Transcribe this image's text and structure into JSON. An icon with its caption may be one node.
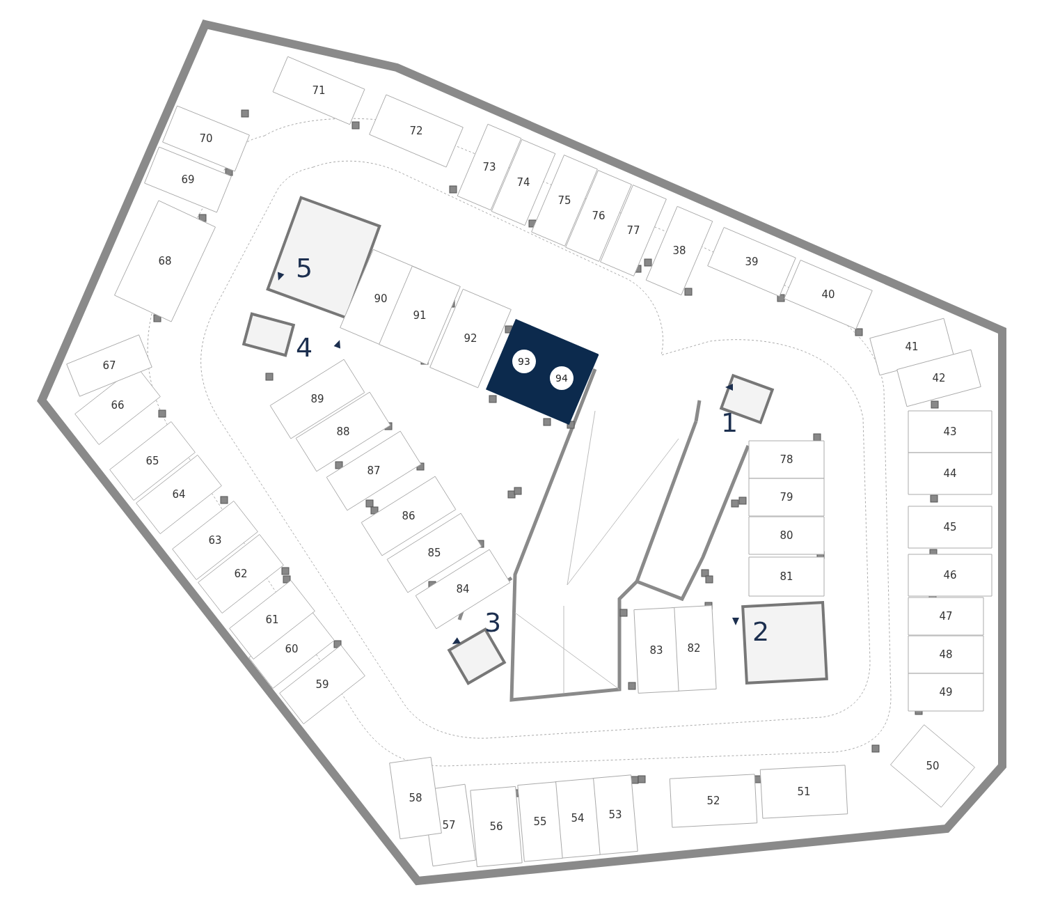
{
  "diagram": {
    "nodes": [
      {
        "text": [
          "38"
        ]
      },
      {
        "text": [
          "39"
        ]
      },
      {
        "text": [
          "40"
        ]
      },
      {
        "text": [
          "41"
        ]
      },
      {
        "text": [
          "42"
        ]
      },
      {
        "text": [
          "43"
        ]
      },
      {
        "text": [
          "44"
        ]
      },
      {
        "text": [
          "45"
        ]
      },
      {
        "text": [
          "46"
        ]
      },
      {
        "text": [
          "47"
        ]
      },
      {
        "text": [
          "48"
        ]
      },
      {
        "text": [
          "49"
        ]
      },
      {
        "text": [
          "50"
        ]
      },
      {
        "text": [
          "51"
        ]
      },
      {
        "text": [
          "52"
        ]
      },
      {
        "text": [
          "53"
        ]
      },
      {
        "text": [
          "54"
        ]
      },
      {
        "text": [
          "55"
        ]
      },
      {
        "text": [
          "56"
        ]
      },
      {
        "text": [
          "57"
        ]
      },
      {
        "text": [
          "58"
        ]
      },
      {
        "text": [
          "59"
        ]
      },
      {
        "text": [
          "60"
        ]
      },
      {
        "text": [
          "61"
        ]
      },
      {
        "text": [
          "62"
        ]
      },
      {
        "text": [
          "63"
        ]
      },
      {
        "text": [
          "64"
        ]
      },
      {
        "text": [
          "65"
        ]
      },
      {
        "text": [
          "66"
        ]
      },
      {
        "text": [
          "67"
        ]
      },
      {
        "text": [
          "68"
        ]
      },
      {
        "text": [
          "69"
        ]
      },
      {
        "text": [
          "70"
        ]
      },
      {
        "text": [
          "71"
        ]
      },
      {
        "text": [
          "72"
        ]
      },
      {
        "text": [
          "73"
        ]
      },
      {
        "text": [
          "74"
        ]
      },
      {
        "text": [
          "75"
        ]
      },
      {
        "text": [
          "76"
        ]
      },
      {
        "text": [
          "77"
        ]
      },
      {
        "text": [
          "78"
        ]
      },
      {
        "text": [
          "79"
        ]
      },
      {
        "text": [
          "80"
        ]
      },
      {
        "text": [
          "81"
        ]
      },
      {
        "text": [
          "82"
        ]
      },
      {
        "text": [
          "83"
        ]
      },
      {
        "text": [
          "84"
        ]
      },
      {
        "text": [
          "85"
        ]
      },
      {
        "text": [
          "86"
        ]
      },
      {
        "text": [
          "87"
        ]
      },
      {
        "text": [
          "88"
        ]
      },
      {
        "text": [
          "89"
        ]
      },
      {
        "text": [
          "90"
        ]
      },
      {
        "text": [
          "91"
        ]
      },
      {
        "text": [
          "92"
        ]
      },
      {
        "text": [],
        "shape": "box"
      },
      {
        "text": [
          "93"
        ],
        "in": 55
      },
      {
        "text": [
          "94"
        ],
        "in": 55
      }
    ],
    "labels": [
      "1",
      "2",
      "3",
      "4",
      "5"
    ]
  }
}
